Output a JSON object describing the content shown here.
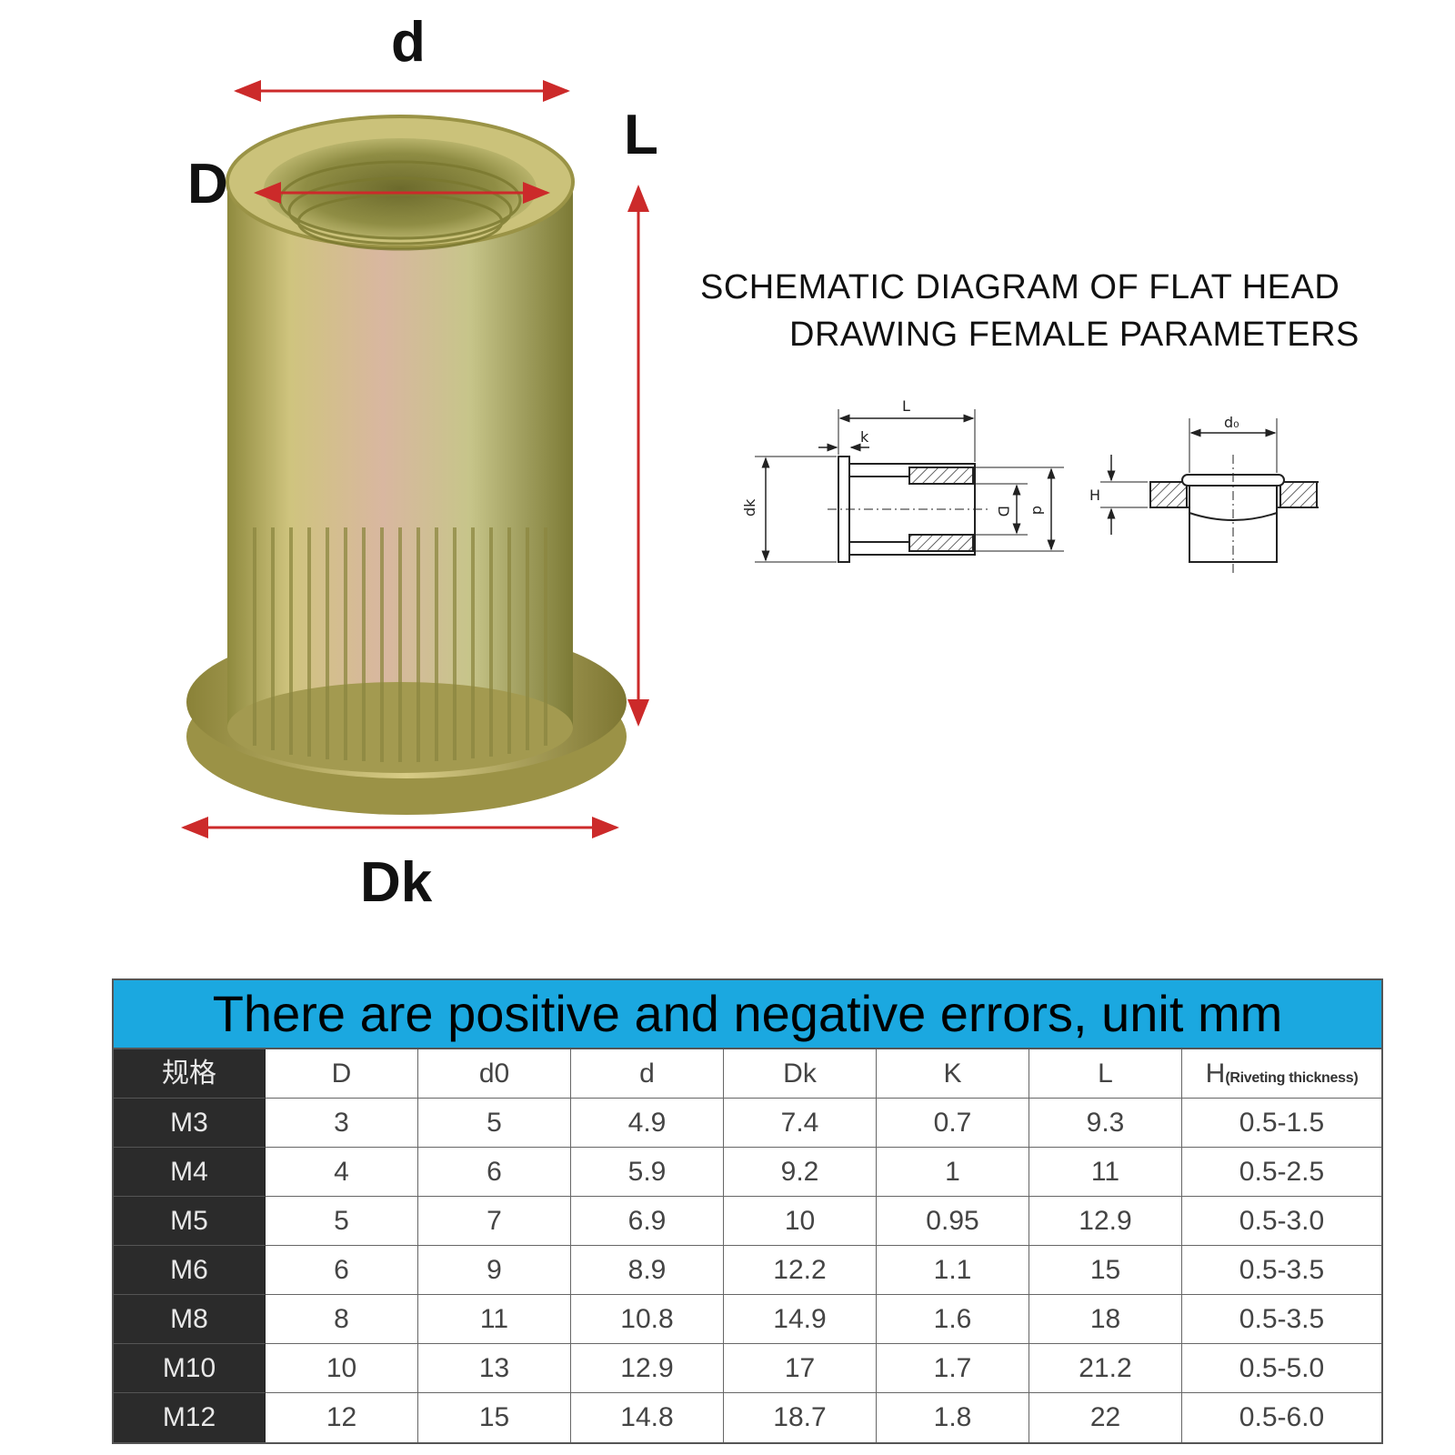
{
  "photo_labels": {
    "d": "d",
    "L": "L",
    "D": "D",
    "Dk": "Dk"
  },
  "schematic": {
    "title_line1": "SCHEMATIC DIAGRAM OF FLAT HEAD",
    "title_line2": "DRAWING FEMALE PARAMETERS",
    "labels": {
      "L": "L",
      "k": "k",
      "dk": "dk",
      "D": "D",
      "d": "d",
      "d0": "d₀",
      "H": "H"
    }
  },
  "table": {
    "banner": "There are positive and negative errors, unit mm",
    "headers": [
      "规格",
      "D",
      "d0",
      "d",
      "Dk",
      "K",
      "L",
      "H"
    ],
    "h_note": "(Riveting thickness)",
    "rows": [
      [
        "M3",
        "3",
        "5",
        "4.9",
        "7.4",
        "0.7",
        "9.3",
        "0.5-1.5"
      ],
      [
        "M4",
        "4",
        "6",
        "5.9",
        "9.2",
        "1",
        "11",
        "0.5-2.5"
      ],
      [
        "M5",
        "5",
        "7",
        "6.9",
        "10",
        "0.95",
        "12.9",
        "0.5-3.0"
      ],
      [
        "M6",
        "6",
        "9",
        "8.9",
        "12.2",
        "1.1",
        "15",
        "0.5-3.5"
      ],
      [
        "M8",
        "8",
        "11",
        "10.8",
        "14.9",
        "1.6",
        "18",
        "0.5-3.5"
      ],
      [
        "M10",
        "10",
        "13",
        "12.9",
        "17",
        "1.7",
        "21.2",
        "0.5-5.0"
      ],
      [
        "M12",
        "12",
        "15",
        "14.8",
        "18.7",
        "1.8",
        "22",
        "0.5-6.0"
      ]
    ]
  },
  "colors": {
    "dimension_arrow": "#cc2a2a",
    "banner": "#1ba8e0",
    "row_header": "#2b2b2b",
    "metal": "#c9b86a"
  }
}
